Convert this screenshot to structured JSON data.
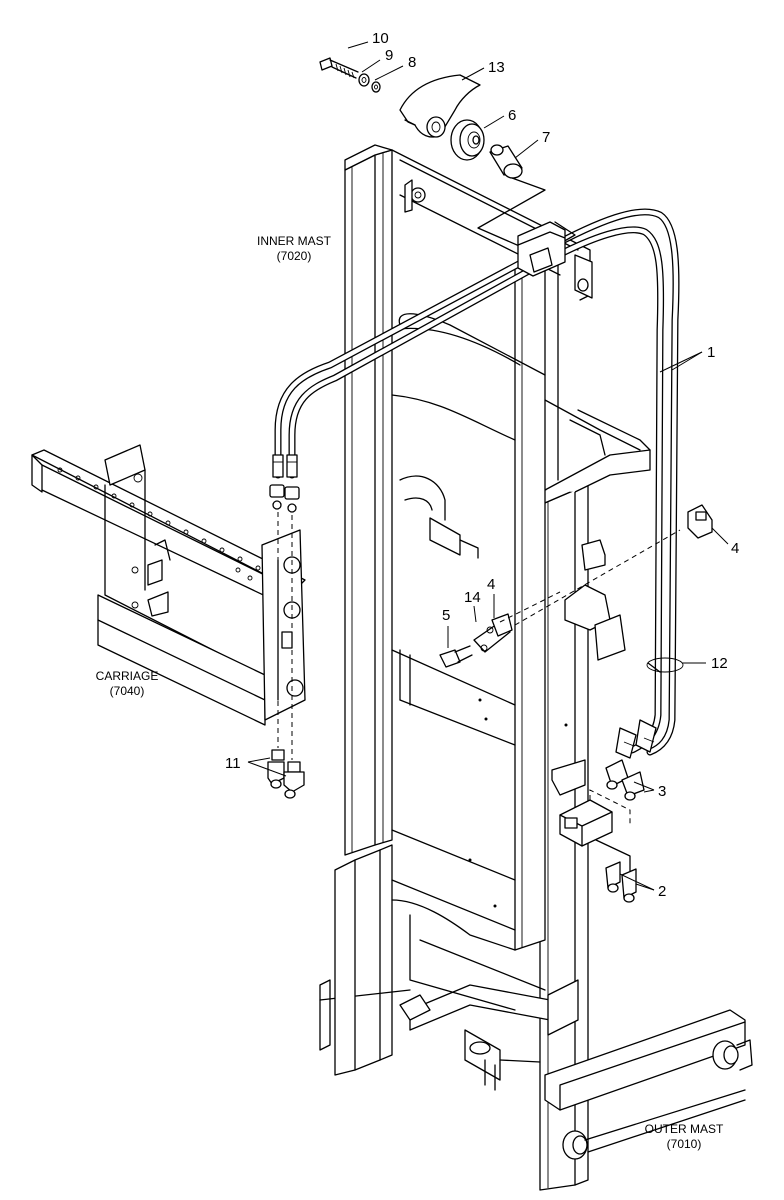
{
  "callouts": {
    "c1": "1",
    "c2": "2",
    "c3": "3",
    "c4a": "4",
    "c4b": "4",
    "c5": "5",
    "c6": "6",
    "c7": "7",
    "c8": "8",
    "c9": "9",
    "c10": "10",
    "c11": "11",
    "c12": "12",
    "c13": "13",
    "c14": "14"
  },
  "labels": {
    "inner_mast": {
      "line1": "INNER MAST",
      "line2": "(7020)"
    },
    "carriage": {
      "line1": "CARRIAGE",
      "line2": "(7040)"
    },
    "outer_mast": {
      "line1": "OUTER MAST",
      "line2": "(7010)"
    }
  },
  "colors": {
    "line": "#000000",
    "background": "#ffffff"
  }
}
